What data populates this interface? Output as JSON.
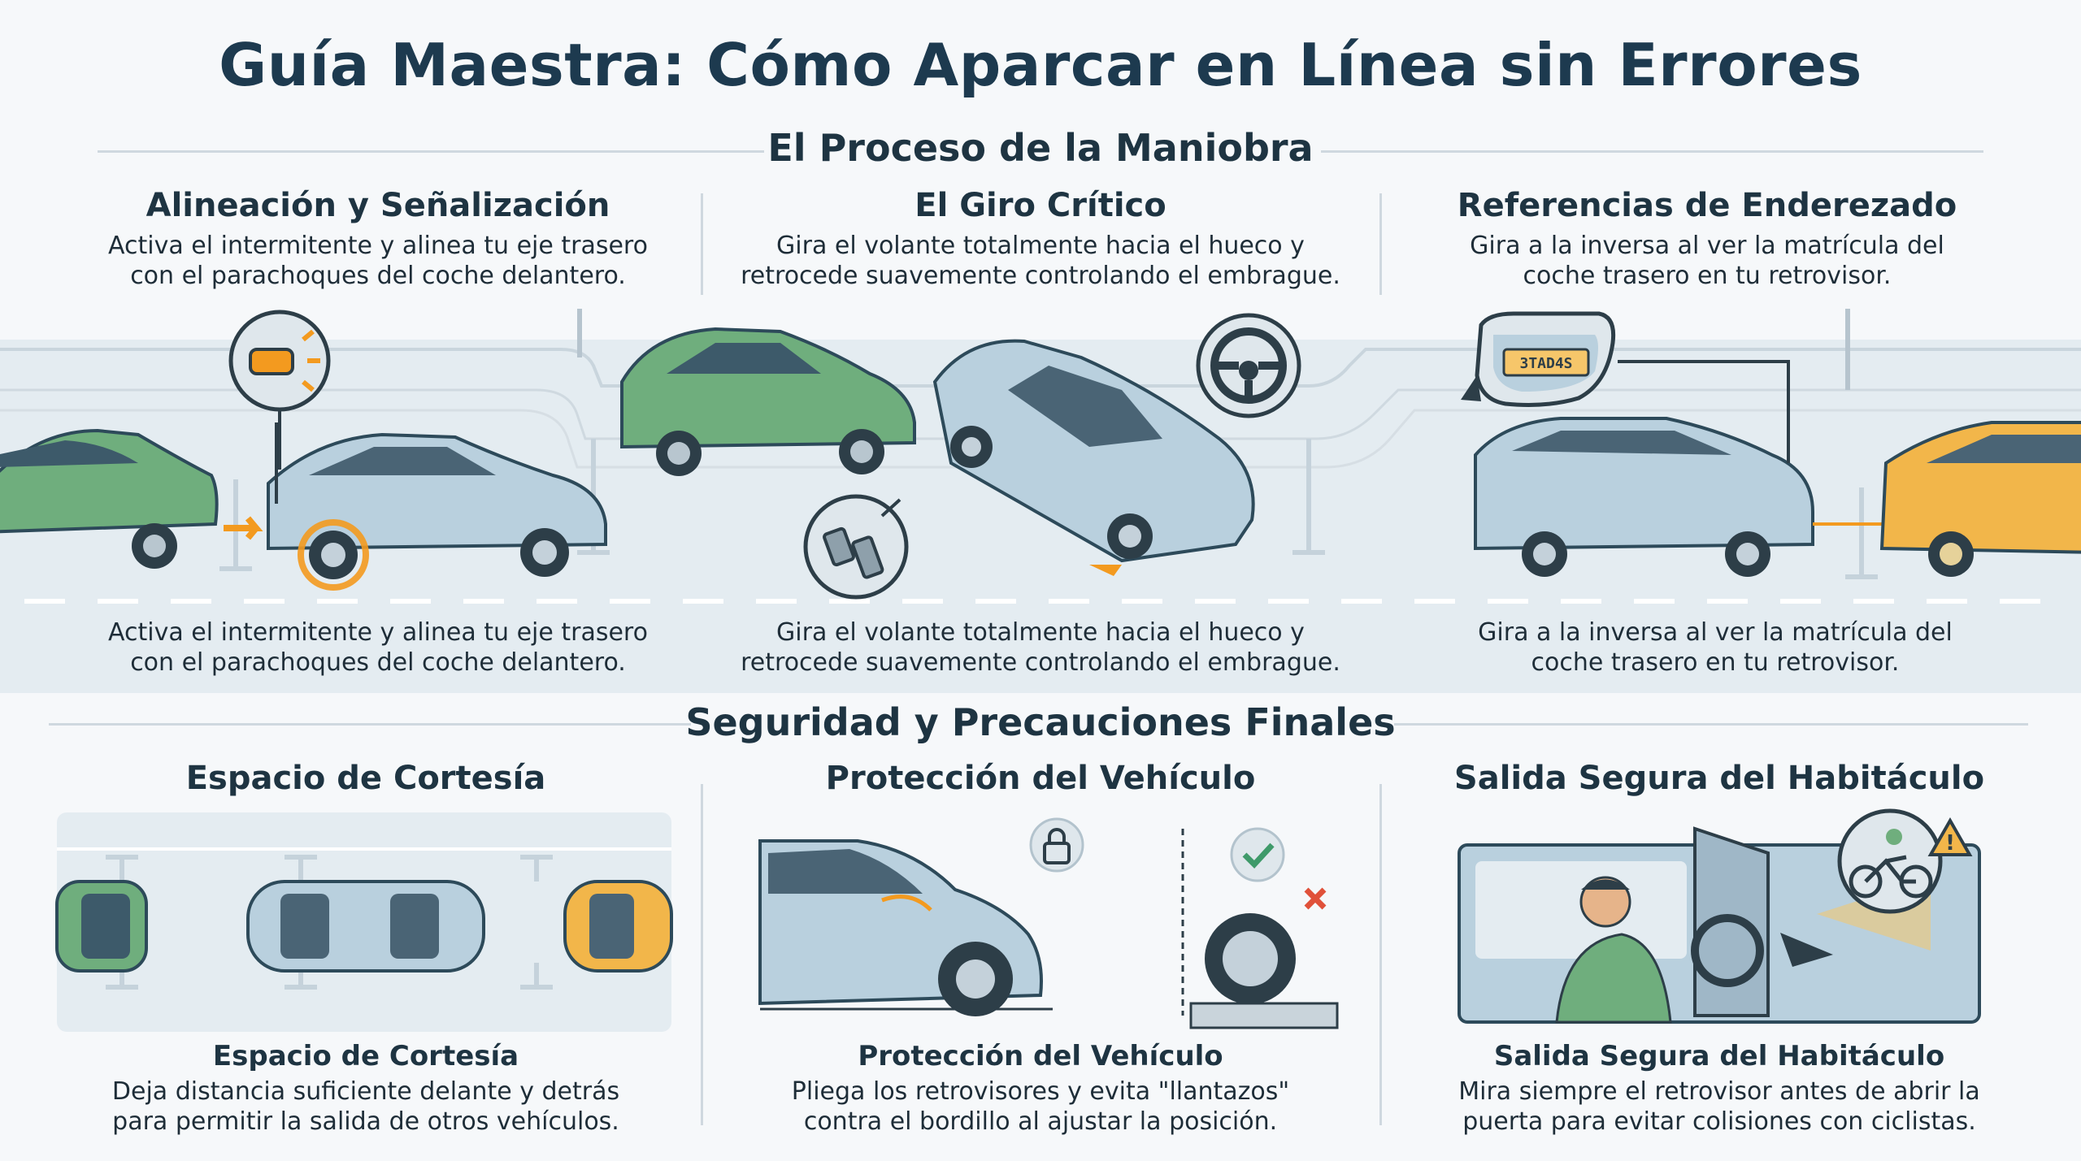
{
  "title": "Guía Maestra: Cómo Aparcar en Línea sin Errores",
  "process": {
    "heading": "El Proceso de la Maniobra",
    "steps": [
      {
        "title": "Alineación y Señalización",
        "text": "Activa el intermitente y alinea tu eje trasero con el parachoques del coche delantero.",
        "caption": "Activa el intermitente y alinea tu eje trasero con el parachoques del coche delantero."
      },
      {
        "title": "El Giro Crítico",
        "text": "Gira el volante totalmente hacia el hueco y retrocede suavemente controlando el embrague.",
        "caption": "Gira el volante totalmente hacia el hueco y retrocede suavemente controlando el embrague."
      },
      {
        "title": "Referencias de Enderezado",
        "text": "Gira a la inversa al ver la matrícula del coche trasero en tu retrovisor.",
        "caption": "Gira a la inversa al ver la matrícula del coche trasero en tu retrovisor."
      }
    ]
  },
  "safety": {
    "heading": "Seguridad y Precauciones Finales",
    "items": [
      {
        "title": "Espacio de Cortesía",
        "subtitle": "Espacio de Cortesía",
        "text": "Deja distancia suficiente delante y detrás para permitir la salida de otros vehículos."
      },
      {
        "title": "Protección del Vehículo",
        "subtitle": "Protección del Vehículo",
        "text": "Pliega los retrovisores y evita \"llantazos\" contra el bordillo al ajustar la posición."
      },
      {
        "title": "Salida Segura del Habitáculo",
        "subtitle": "Salida Segura del Habitáculo",
        "text": "Mira siempre el retrovisor antes de abrir la puerta para evitar colisiones con ciclistas."
      }
    ]
  },
  "mirror_plate": "3TAD4S",
  "colors": {
    "title": "#1d3a4f",
    "green_car": "#6fae7d",
    "silver_car": "#b9d0de",
    "yellow_car": "#f2b64a",
    "accent_orange": "#f39a1f",
    "road": "#e4ecf1"
  },
  "icons": [
    "turn-signal-icon",
    "steering-wheel-icon",
    "pedals-icon",
    "mirror-icon",
    "lock-icon",
    "check-icon",
    "cross-icon",
    "warning-icon",
    "cyclist-icon"
  ]
}
